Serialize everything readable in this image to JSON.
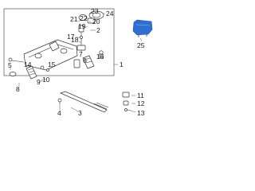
{
  "callouts": {
    "c1": "1",
    "c2": "2",
    "c3": "3",
    "c4": "4",
    "c5": "5",
    "c6": "6",
    "c7": "7",
    "c8": "8",
    "c9": "9",
    "c10": "10",
    "c11": "11",
    "c12": "12",
    "c13": "13",
    "c14": "14",
    "c15": "15",
    "c16": "16",
    "c17": "17",
    "c18": "18",
    "c19": "19",
    "c20": "20",
    "c21": "21",
    "c22": "22",
    "c23": "23",
    "c24": "24",
    "c25": "25"
  },
  "colors": {
    "highlight": "#2e6fd1",
    "line": "#333333",
    "background": "#ffffff"
  }
}
